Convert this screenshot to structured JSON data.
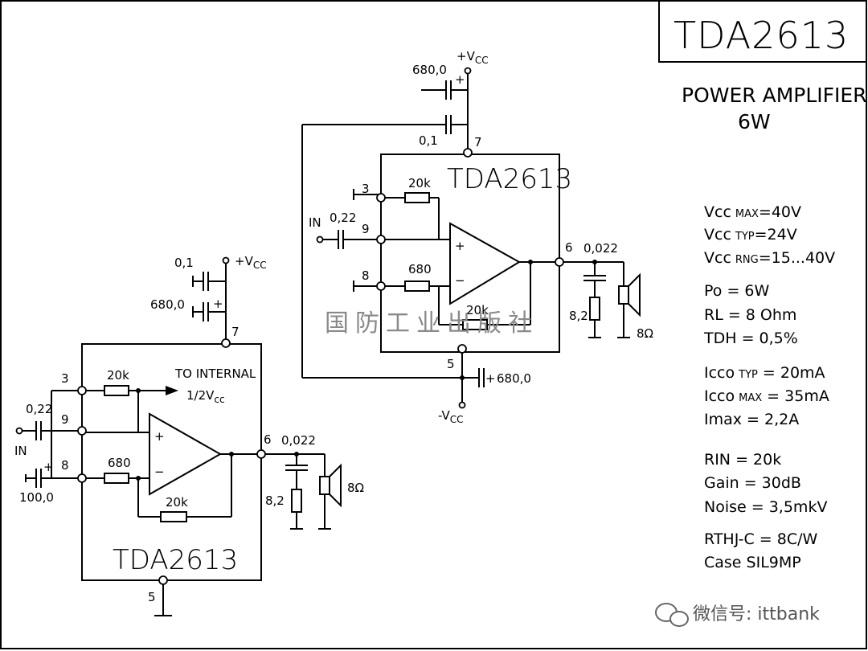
{
  "title": "TDA2613",
  "subtitle": {
    "line1": "POWER AMPLIFIER",
    "line2": "6W"
  },
  "specs": [
    {
      "main": "Vcc",
      "sub": "MAX",
      "value": "=40V"
    },
    {
      "main": "Vcc",
      "sub": "TYP",
      "value": "=24V"
    },
    {
      "main": "Vcc",
      "sub": "RNG",
      "value": "=15...40V"
    },
    {
      "main": "Po",
      "sub": "",
      "value": " = 6W"
    },
    {
      "main": "RL",
      "sub": "",
      "value": " = 8 Ohm"
    },
    {
      "main": "TDH",
      "sub": "",
      "value": " = 0,5%"
    },
    {
      "main": "Icco",
      "sub": "TYP",
      "value": " = 20mA"
    },
    {
      "main": "Icco",
      "sub": "MAX",
      "value": " = 35mA"
    },
    {
      "main": "Imax",
      "sub": "",
      "value": " =     2,2A"
    },
    {
      "main": "RIN",
      "sub": "",
      "value": "  = 20k"
    },
    {
      "main": "Gain",
      "sub": "",
      "value": "  = 30dB"
    },
    {
      "main": "Noise",
      "sub": "",
      "value": " = 3,5mkV"
    },
    {
      "main": "RTHJ-C",
      "sub": "",
      "value": " = 8C/W"
    },
    {
      "main": "Case",
      "sub": "",
      "value": "  SIL9MP"
    }
  ],
  "circuit_split": {
    "chip_label": "TDA2613",
    "vcc_pos": "+V",
    "vcc_neg": "-V",
    "vcc_sub": "CC",
    "c_bulk_top": "680,0",
    "c_decouple": "0,1",
    "c_in": "0,22",
    "in_label": "IN",
    "r_in": "20k",
    "r_fb_ground": "680",
    "r_fb": "20k",
    "c_out": "0,022",
    "r_zobel": "8,2",
    "speaker": "8Ω",
    "c_bulk_bottom": "680,0",
    "pins": {
      "p3": "3",
      "p9": "9",
      "p8": "8",
      "p6": "6",
      "p7": "7",
      "p5": "5"
    }
  },
  "circuit_single": {
    "chip_label": "TDA2613",
    "vcc": "+V",
    "vcc_sub": "CC",
    "c_decouple": "0,1",
    "c_bulk": "680,0",
    "c_in": "0,22",
    "in_label": "IN",
    "c_fb": "100,0",
    "r_in": "20k",
    "to_internal": "TO INTERNAL",
    "half_vcc": "1/2V",
    "half_vcc_sub": "cc",
    "r_fb_ground": "680",
    "r_fb": "20k",
    "c_out": "0,022",
    "r_zobel": "8,2",
    "speaker": "8Ω",
    "pins": {
      "p3": "3",
      "p9": "9",
      "p8": "8",
      "p6": "6",
      "p7": "7",
      "p5": "5"
    }
  },
  "watermark": "国防工业出版社",
  "wechat": "微信号: ittbank",
  "opamp_plus": "+",
  "opamp_minus": "−"
}
